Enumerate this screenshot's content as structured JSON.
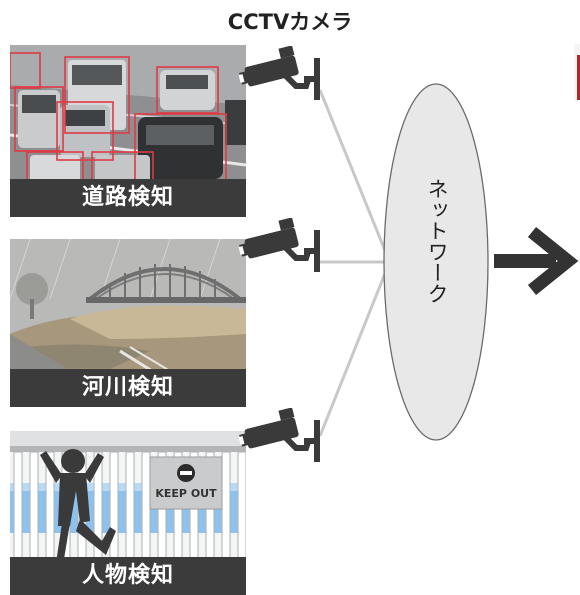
{
  "camera_group_label": "CCTVカメラ",
  "network_label": "ネットワーク",
  "panels": [
    {
      "caption": "道路検知"
    },
    {
      "caption": "河川検知"
    },
    {
      "caption": "人物検知"
    }
  ],
  "sign_text": "KEEP OUT",
  "colors": {
    "caption_bg": "#3b3b3b",
    "detection_box": "#e03a44",
    "water": "#8cc2ef",
    "arrow": "#333333",
    "connector": "#c8c8c8"
  }
}
